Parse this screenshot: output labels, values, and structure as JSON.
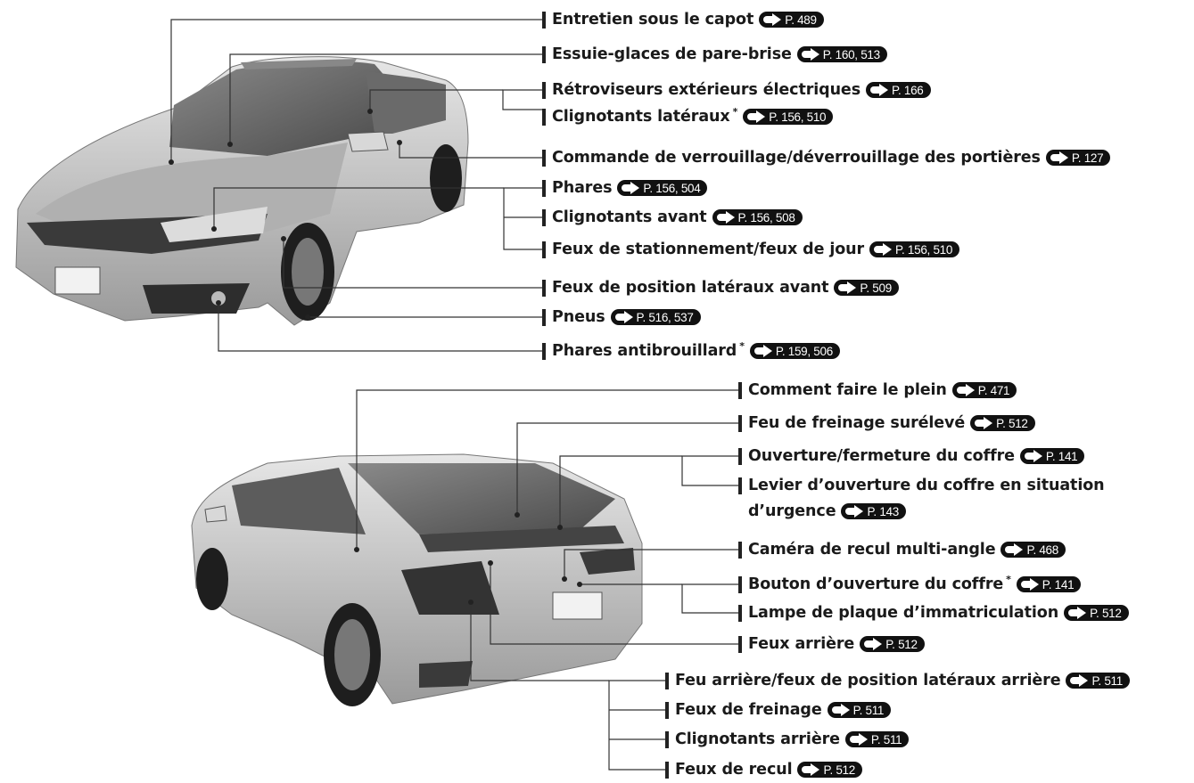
{
  "front_labels": [
    {
      "text": "Entretien sous le capot",
      "ref": "P. 489",
      "star": false
    },
    {
      "text": "Essuie-glaces de pare-brise",
      "ref": "P. 160, 513",
      "star": false
    },
    {
      "text": "Rétroviseurs extérieurs électriques",
      "ref": "P. 166",
      "star": false
    },
    {
      "text": "Clignotants latéraux",
      "ref": "P. 156, 510",
      "star": true
    },
    {
      "text": "Commande de verrouillage/déverrouillage des portières",
      "ref": "P. 127",
      "star": false
    },
    {
      "text": "Phares",
      "ref": "P. 156, 504",
      "star": false
    },
    {
      "text": "Clignotants avant",
      "ref": "P. 156, 508",
      "star": false
    },
    {
      "text": "Feux de stationnement/feux de jour",
      "ref": "P. 156, 510",
      "star": false
    },
    {
      "text": "Feux de position latéraux avant",
      "ref": "P. 509",
      "star": false
    },
    {
      "text": "Pneus",
      "ref": "P. 516, 537",
      "star": false
    },
    {
      "text": "Phares antibrouillard",
      "ref": "P. 159, 506",
      "star": true
    }
  ],
  "rear_labels": [
    {
      "text": "Comment faire le plein",
      "ref": "P. 471",
      "star": false
    },
    {
      "text": "Feu de freinage surélevé",
      "ref": "P. 512",
      "star": false
    },
    {
      "text": "Ouverture/fermeture du coffre",
      "ref": "P. 141",
      "star": false
    },
    {
      "text": "Levier d’ouverture du coffre en situation",
      "ref": "",
      "star": false
    },
    {
      "text": "d’urgence",
      "ref": "P. 143",
      "star": false
    },
    {
      "text": "Caméra de recul multi-angle",
      "ref": "P. 468",
      "star": false
    },
    {
      "text": "Bouton d’ouverture du coffre",
      "ref": "P. 141",
      "star": true
    },
    {
      "text": "Lampe de plaque d’immatriculation",
      "ref": "P. 512",
      "star": false
    },
    {
      "text": "Feux arrière",
      "ref": "P. 512",
      "star": false
    },
    {
      "text": "Feu arrière/feux de position latéraux arrière",
      "ref": "P. 511",
      "star": false
    },
    {
      "text": "Feux de freinage",
      "ref": "P. 511",
      "star": false
    },
    {
      "text": "Clignotants arrière",
      "ref": "P. 511",
      "star": false
    },
    {
      "text": "Feux de recul",
      "ref": "P. 512",
      "star": false
    }
  ],
  "star_symbol": "*",
  "colors": {
    "line": "#333333",
    "pill": "#111111",
    "car_body": "#c8c8c8"
  }
}
